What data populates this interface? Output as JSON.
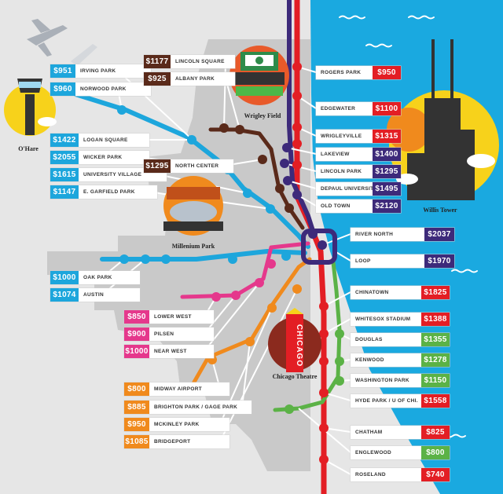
{
  "colors": {
    "red": "#e31e24",
    "purple": "#3d2a7a",
    "brown": "#5a2a1a",
    "blue": "#1da6dc",
    "pink": "#e5388c",
    "orange": "#f08a1d",
    "green": "#5bb246",
    "lake": "#1aa9e0",
    "land": "#e6e6e6",
    "city": "#c9c9c9"
  },
  "labels_left": [
    {
      "price": "$951",
      "name": "IRVING PARK",
      "color": "#1da6dc"
    },
    {
      "price": "$960",
      "name": "NORWOOD PARK",
      "color": "#1da6dc"
    },
    {
      "price": "$1422",
      "name": "LOGAN SQUARE",
      "color": "#1da6dc"
    },
    {
      "price": "$2055",
      "name": "WICKER PARK",
      "color": "#1da6dc"
    },
    {
      "price": "$1615",
      "name": "UNIVERSITY VILLAGE",
      "color": "#1da6dc"
    },
    {
      "price": "$1147",
      "name": "E. GARFIELD PARK",
      "color": "#1da6dc"
    },
    {
      "price": "$1000",
      "name": "OAK PARK",
      "color": "#1da6dc"
    },
    {
      "price": "$1074",
      "name": "AUSTIN",
      "color": "#1da6dc"
    },
    {
      "price": "$850",
      "name": "LOWER WEST",
      "color": "#e5388c"
    },
    {
      "price": "$900",
      "name": "PILSEN",
      "color": "#e5388c"
    },
    {
      "price": "$1000",
      "name": "NEAR WEST",
      "color": "#e5388c"
    },
    {
      "price": "$800",
      "name": "MIDWAY AIRPORT",
      "color": "#f08a1d"
    },
    {
      "price": "$885",
      "name": "BRIGHTON PARK / GAGE PARK",
      "color": "#f08a1d"
    },
    {
      "price": "$950",
      "name": "MCKINLEY PARK",
      "color": "#f08a1d"
    },
    {
      "price": "$1085",
      "name": "BRIDGEPORT",
      "color": "#f08a1d"
    }
  ],
  "labels_brown": [
    {
      "price": "$1177",
      "name": "LINCOLN SQUARE",
      "color": "#5a2a1a"
    },
    {
      "price": "$925",
      "name": "ALBANY PARK",
      "color": "#5a2a1a"
    },
    {
      "price": "$1295",
      "name": "NORTH CENTER",
      "color": "#5a2a1a"
    }
  ],
  "labels_right": [
    {
      "price": "$950",
      "name": "ROGERS PARK",
      "color": "#e31e24"
    },
    {
      "price": "$1100",
      "name": "EDGEWATER",
      "color": "#e31e24"
    },
    {
      "price": "$1315",
      "name": "WRIGLEYVILLE",
      "color": "#e31e24"
    },
    {
      "price": "$1400",
      "name": "LAKEVIEW",
      "color": "#3d2a7a"
    },
    {
      "price": "$1295",
      "name": "LINCOLN PARK",
      "color": "#3d2a7a"
    },
    {
      "price": "$1495",
      "name": "DEPAUL UNIVERSITY",
      "color": "#3d2a7a"
    },
    {
      "price": "$2120",
      "name": "OLD TOWN",
      "color": "#3d2a7a"
    },
    {
      "price": "$2037",
      "name": "RIVER NORTH",
      "color": "#3d2a7a"
    },
    {
      "price": "$1970",
      "name": "LOOP",
      "color": "#3d2a7a"
    },
    {
      "price": "$1825",
      "name": "CHINATOWN",
      "color": "#e31e24"
    },
    {
      "price": "$1388",
      "name": "WHITESOX STADIUM",
      "color": "#e31e24"
    },
    {
      "price": "$1355",
      "name": "DOUGLAS",
      "color": "#5bb246"
    },
    {
      "price": "$1278",
      "name": "KENWOOD",
      "color": "#5bb246"
    },
    {
      "price": "$1150",
      "name": "WASHINGTON PARK",
      "color": "#5bb246"
    },
    {
      "price": "$1558",
      "name": "HYDE PARK / U OF CHI.",
      "color": "#e31e24"
    },
    {
      "price": "$825",
      "name": "CHATHAM",
      "color": "#e31e24"
    },
    {
      "price": "$800",
      "name": "ENGLEWOOD",
      "color": "#5bb246"
    },
    {
      "price": "$740",
      "name": "ROSELAND",
      "color": "#e31e24"
    }
  ],
  "landmarks": {
    "ohare": "O'Hare",
    "wrigley": "Wrigley Field",
    "willis": "Willis Tower",
    "millenium": "Millenium Park",
    "chicago_theatre": "Chicago Theatre",
    "theatre_sign": "CHICAGO"
  },
  "icons": [
    "airplane-icon",
    "control-tower-icon",
    "stadium-icon",
    "skyscraper-icon",
    "bean-sculpture-icon",
    "theatre-marquee-icon"
  ]
}
